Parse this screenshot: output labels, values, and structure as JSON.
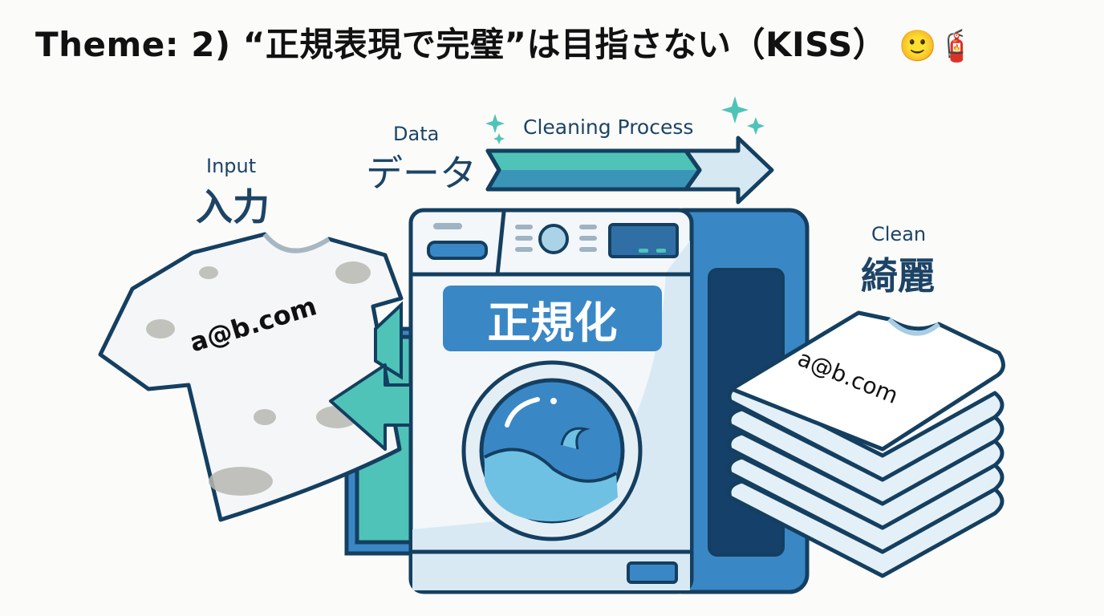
{
  "title": {
    "text": "Theme: 2) “正規表現で完璧”は目指さない（KISS）",
    "emoji_smile": "🙂",
    "emoji_extinguisher": "🧯"
  },
  "labels": {
    "input_en": "Input",
    "input_ja": "入力",
    "data_en": "Data",
    "data_ja": "データ",
    "process": "Cleaning Process",
    "machine": "正規化",
    "clean_en": "Clean",
    "clean_ja": "綺麗"
  },
  "dirty_shirt": {
    "text": "a@b.com"
  },
  "clean_stack": {
    "text": "a@b.com",
    "layers": 5
  },
  "colors": {
    "outline": "#143f60",
    "teal": "#4fc3b7",
    "blue": "#3a87c6",
    "dark_blue": "#15406a",
    "light_blue": "#d9e9f3"
  }
}
